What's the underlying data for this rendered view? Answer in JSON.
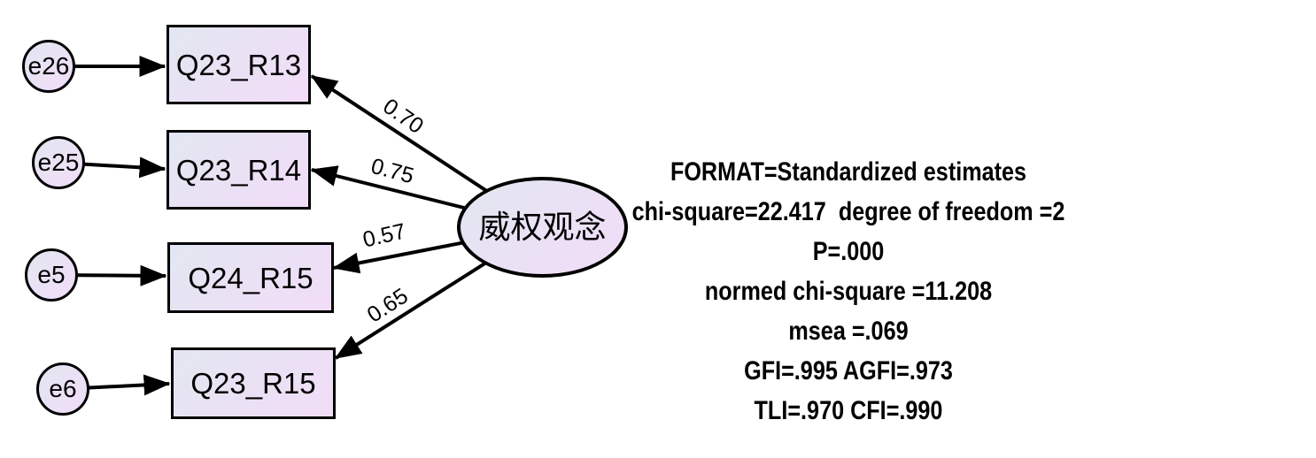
{
  "diagram": {
    "latent": {
      "label": "威权观念"
    },
    "errors": [
      {
        "label": "e26"
      },
      {
        "label": "e25"
      },
      {
        "label": "e5"
      },
      {
        "label": "e6"
      }
    ],
    "indicators": [
      {
        "label": "Q23_R13"
      },
      {
        "label": "Q23_R14"
      },
      {
        "label": "Q24_R15"
      },
      {
        "label": "Q23_R15"
      }
    ],
    "loadings": [
      {
        "from": "威权观念",
        "to": "Q23_R13",
        "value": "0.70"
      },
      {
        "from": "威权观念",
        "to": "Q23_R14",
        "value": "0.75"
      },
      {
        "from": "威权观念",
        "to": "Q24_R15",
        "value": "0.57"
      },
      {
        "from": "威权观念",
        "to": "Q23_R15",
        "value": "0.65"
      }
    ],
    "error_paths": [
      {
        "from": "e26",
        "to": "Q23_R13"
      },
      {
        "from": "e25",
        "to": "Q23_R14"
      },
      {
        "from": "e5",
        "to": "Q24_R15"
      },
      {
        "from": "e6",
        "to": "Q23_R15"
      }
    ]
  },
  "stats": {
    "lines": [
      "FORMAT=Standardized estimates",
      "chi-square=22.417  degree of freedom =2",
      "P=.000",
      "normed chi-square =11.208",
      "msea =.069",
      "GFI=.995 AGFI=.973",
      "TLI=.970 CFI=.990"
    ]
  },
  "colors": {
    "node_gradient_start": "#e2e7f1",
    "node_gradient_end": "#f2dcf8",
    "stroke": "#000000",
    "text": "#000000",
    "background": "#ffffff"
  }
}
